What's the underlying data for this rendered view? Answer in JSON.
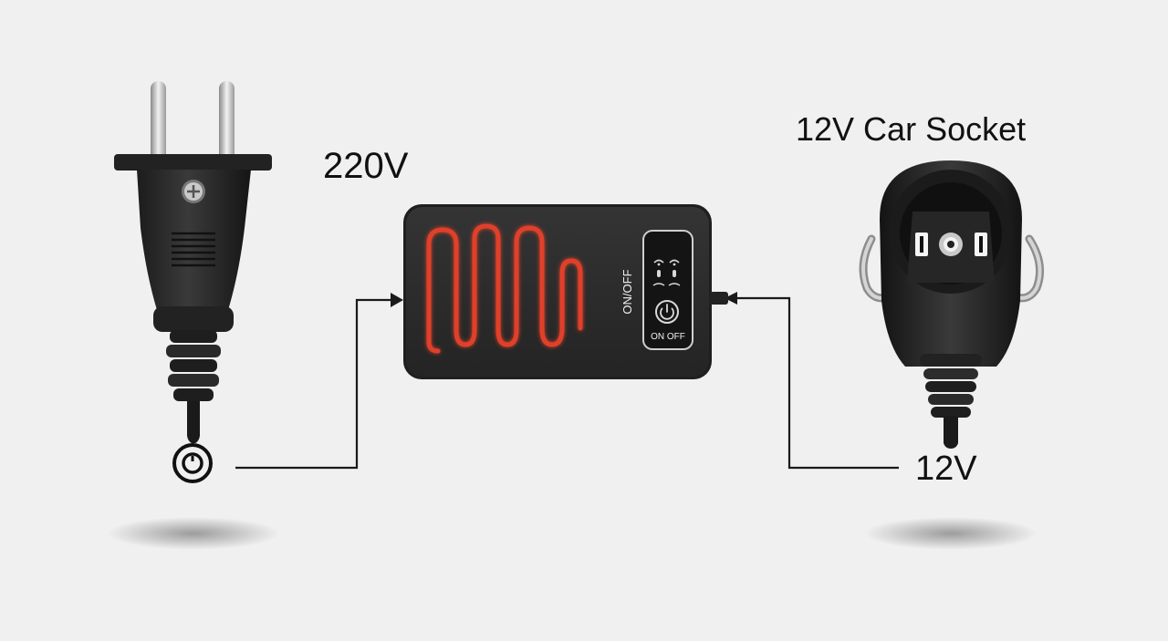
{
  "labels": {
    "input_voltage": "220V",
    "socket_title": "12V Car Socket",
    "output_voltage": "12V"
  },
  "device": {
    "side_text": "ON/OFF",
    "button_text": "ON OFF"
  },
  "icons": {
    "plug": "eu-plug-icon",
    "inlet": "round-inlet-icon",
    "heater": "heating-element-icon",
    "power": "power-icon",
    "led": "indicator-led-icon",
    "socket": "car-socket-icon"
  },
  "colors": {
    "background": "#f0f0f0",
    "device_body": "#2b2b2b",
    "heating_coil": "#e0402a",
    "line": "#1a1a1a"
  }
}
